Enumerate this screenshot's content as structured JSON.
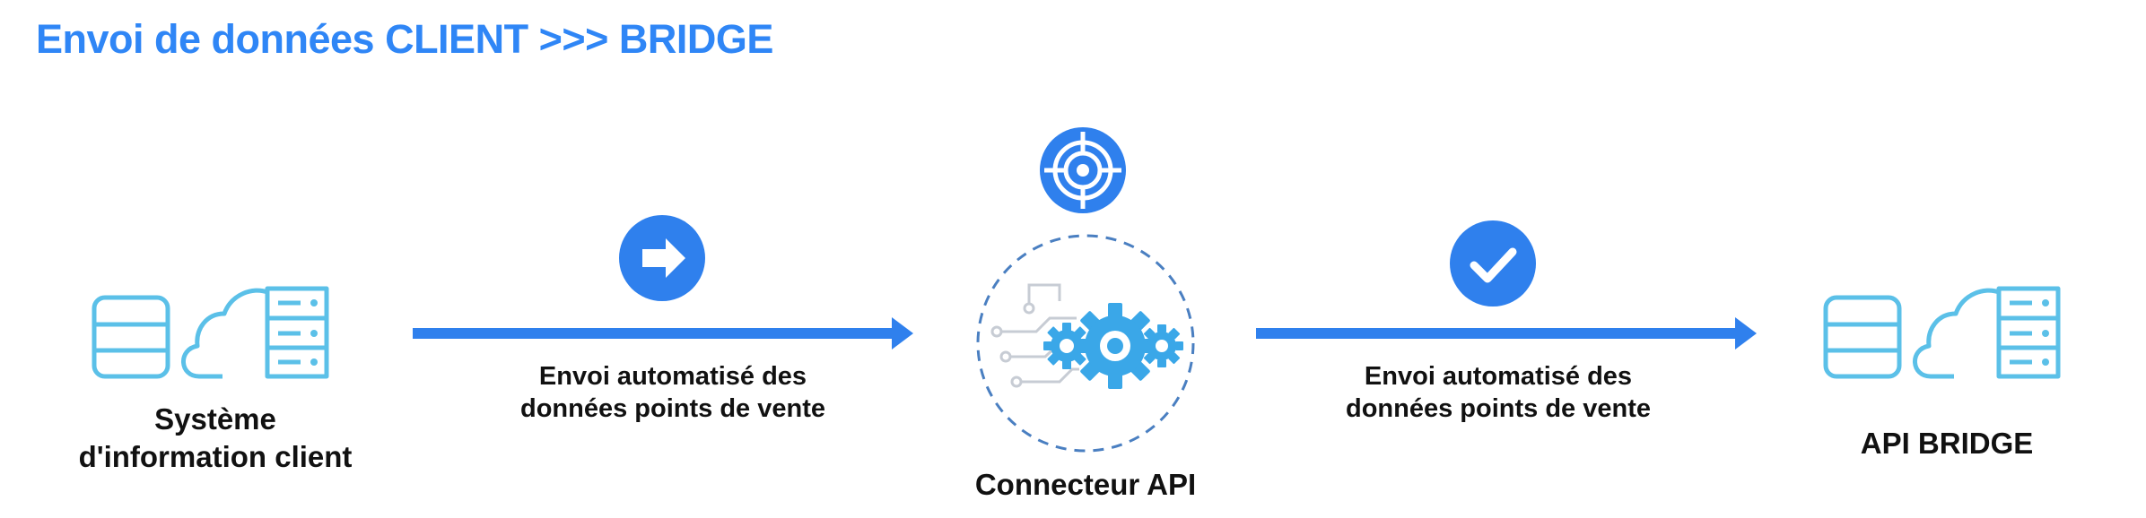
{
  "title": "Envoi de données CLIENT >>> BRIDGE",
  "nodes": {
    "systeme": {
      "label": "Système\nd'information client"
    },
    "connecteur": {
      "label": "Connecteur API"
    },
    "api": {
      "label": "API BRIDGE"
    }
  },
  "arrows": {
    "left": {
      "label": "Envoi automatisé des\ndonnées points de vente",
      "icon": "arrow-right-icon"
    },
    "right": {
      "label": "Envoi automatisé des\ndonnées points de vente",
      "icon": "check-icon"
    }
  },
  "icons": {
    "top_center": "target-icon",
    "connector": "gears-circuit-icon",
    "server_cloud": "server-cloud-icon"
  },
  "colors": {
    "title": "#2f86f6",
    "primary": "#2f80ed",
    "icon_line": "#5bc0e8",
    "dashed": "#4a7fc1",
    "gear": "#3aa7e8",
    "circuit": "#c7ccd4"
  }
}
